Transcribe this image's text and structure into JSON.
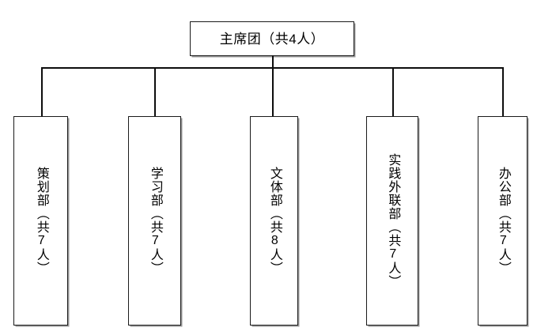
{
  "diagram": {
    "type": "organization-chart",
    "orientation": "top-down",
    "background_color": "#ffffff",
    "line_color": "#0d0d0d",
    "box_border_color": "#1a1a1a",
    "box_fill_color": "#ffffff",
    "text_color": "#000000"
  },
  "root": {
    "label": "主席团（共4人）",
    "name": "主席团",
    "count": 4,
    "text_direction": "horizontal"
  },
  "children": [
    {
      "label": "策划部（共7人）",
      "name": "策划部",
      "count": 7,
      "text_direction": "vertical"
    },
    {
      "label": "学习部（共7人）",
      "name": "学习部",
      "count": 7,
      "text_direction": "vertical"
    },
    {
      "label": "文体部（共8人）",
      "name": "文体部",
      "count": 8,
      "text_direction": "vertical"
    },
    {
      "label": "实践外联部（共7人）",
      "name": "实践外联部",
      "count": 7,
      "text_direction": "vertical"
    },
    {
      "label": "办公部（共7人）",
      "name": "办公部",
      "count": 7,
      "text_direction": "vertical"
    }
  ]
}
